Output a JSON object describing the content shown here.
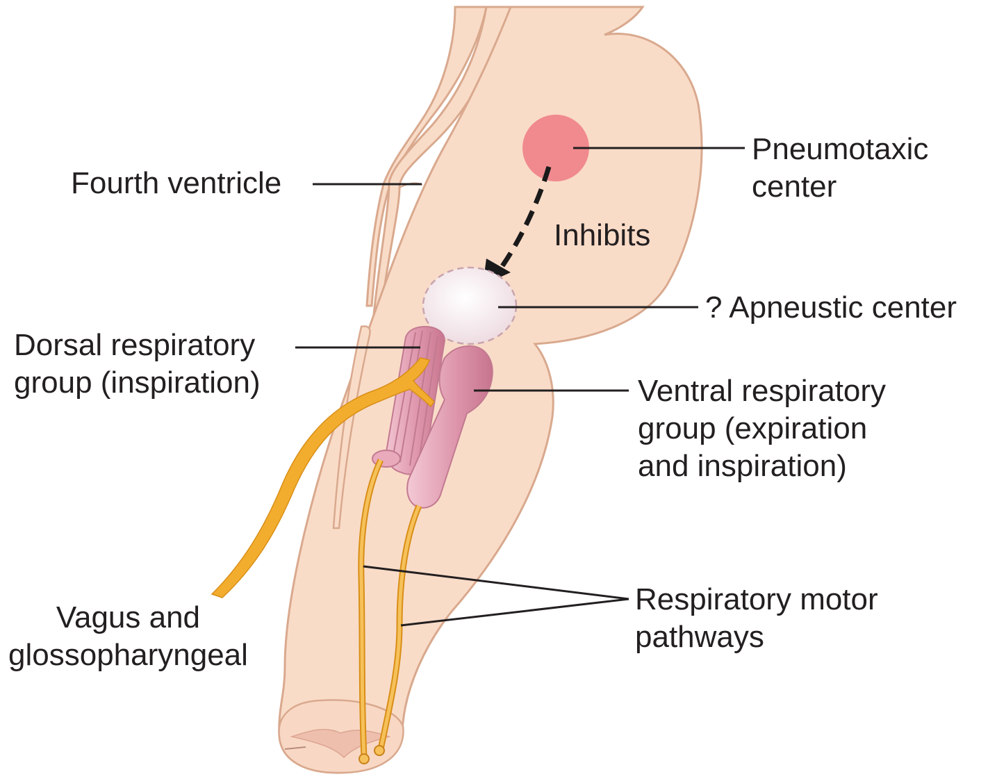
{
  "labels": {
    "fourth_ventricle": "Fourth ventricle",
    "pneumotaxic": [
      "Pneumotaxic",
      "center"
    ],
    "inhibits": "Inhibits",
    "apneustic": "? Apneustic center",
    "dorsal": [
      "Dorsal respiratory",
      "group (inspiration)"
    ],
    "ventral": [
      "Ventral respiratory",
      "group (expiration",
      "and inspiration)"
    ],
    "motor": [
      "Respiratory motor",
      "pathways"
    ],
    "vagus": [
      "Vagus and",
      "glossopharyngeal"
    ]
  },
  "colors": {
    "brainstem_fill": "#f9dcc8",
    "outline": "#d9a98e",
    "pneumotaxic": "#f08a8e",
    "apneustic": "#f6eef0",
    "respiratory_group": "#d98aa2",
    "nerve": "#f3ad2e",
    "leader_line": "#231f20"
  }
}
